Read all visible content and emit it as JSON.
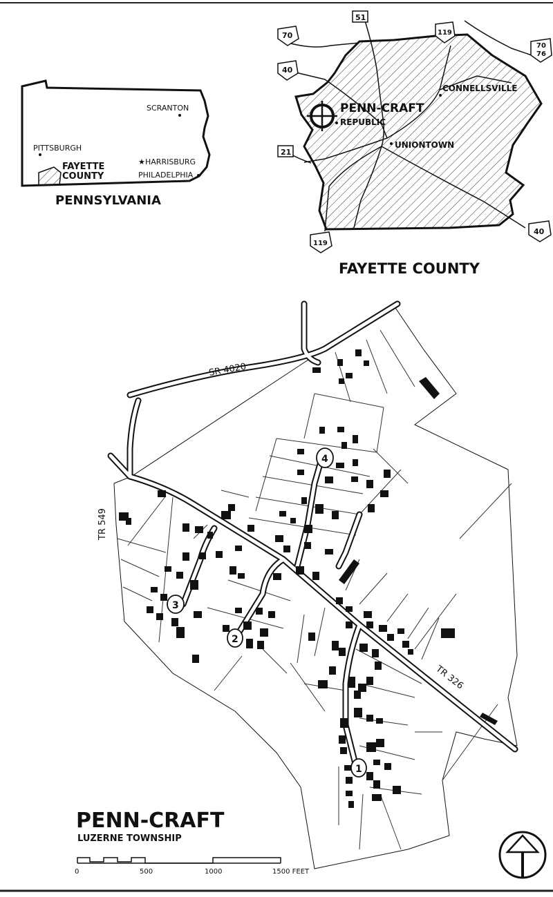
{
  "state_map": {
    "title": "PENNSYLVANIA",
    "cities": [
      "SCRANTON",
      "PITTSBURGH",
      "HARRISBURG",
      "PHILADELPHIA"
    ],
    "county_label_1": "FAYETTE",
    "county_label_2": "COUNTY"
  },
  "county_map": {
    "title": "FAYETTE COUNTY",
    "places": {
      "penn_craft": "PENN-CRAFT",
      "republic": "REPUBLIC",
      "connellsville": "CONNELLSVILLE",
      "uniontown": "UNIONTOWN"
    },
    "routes": {
      "r51": "51",
      "r70": "70",
      "r119_top": "119",
      "r70_76a": "70",
      "r70_76b": "76",
      "r40_left": "40",
      "r21": "21",
      "r119_bottom": "119",
      "r40_right": "40"
    }
  },
  "site_map": {
    "title": "PENN-CRAFT",
    "subtitle": "LUZERNE TOWNSHIP",
    "roads": {
      "sr4020": "SR 4020",
      "tr549": "TR 549",
      "tr326": "TR 326"
    },
    "cul_de_sacs": [
      "1",
      "2",
      "3",
      "4"
    ],
    "scale": {
      "s0": "0",
      "s500": "500",
      "s1000": "1000",
      "s1500": "1500 FEET"
    }
  },
  "icons": {
    "north_arrow": "north-arrow-icon",
    "locator": "crosshair-circle-icon"
  }
}
